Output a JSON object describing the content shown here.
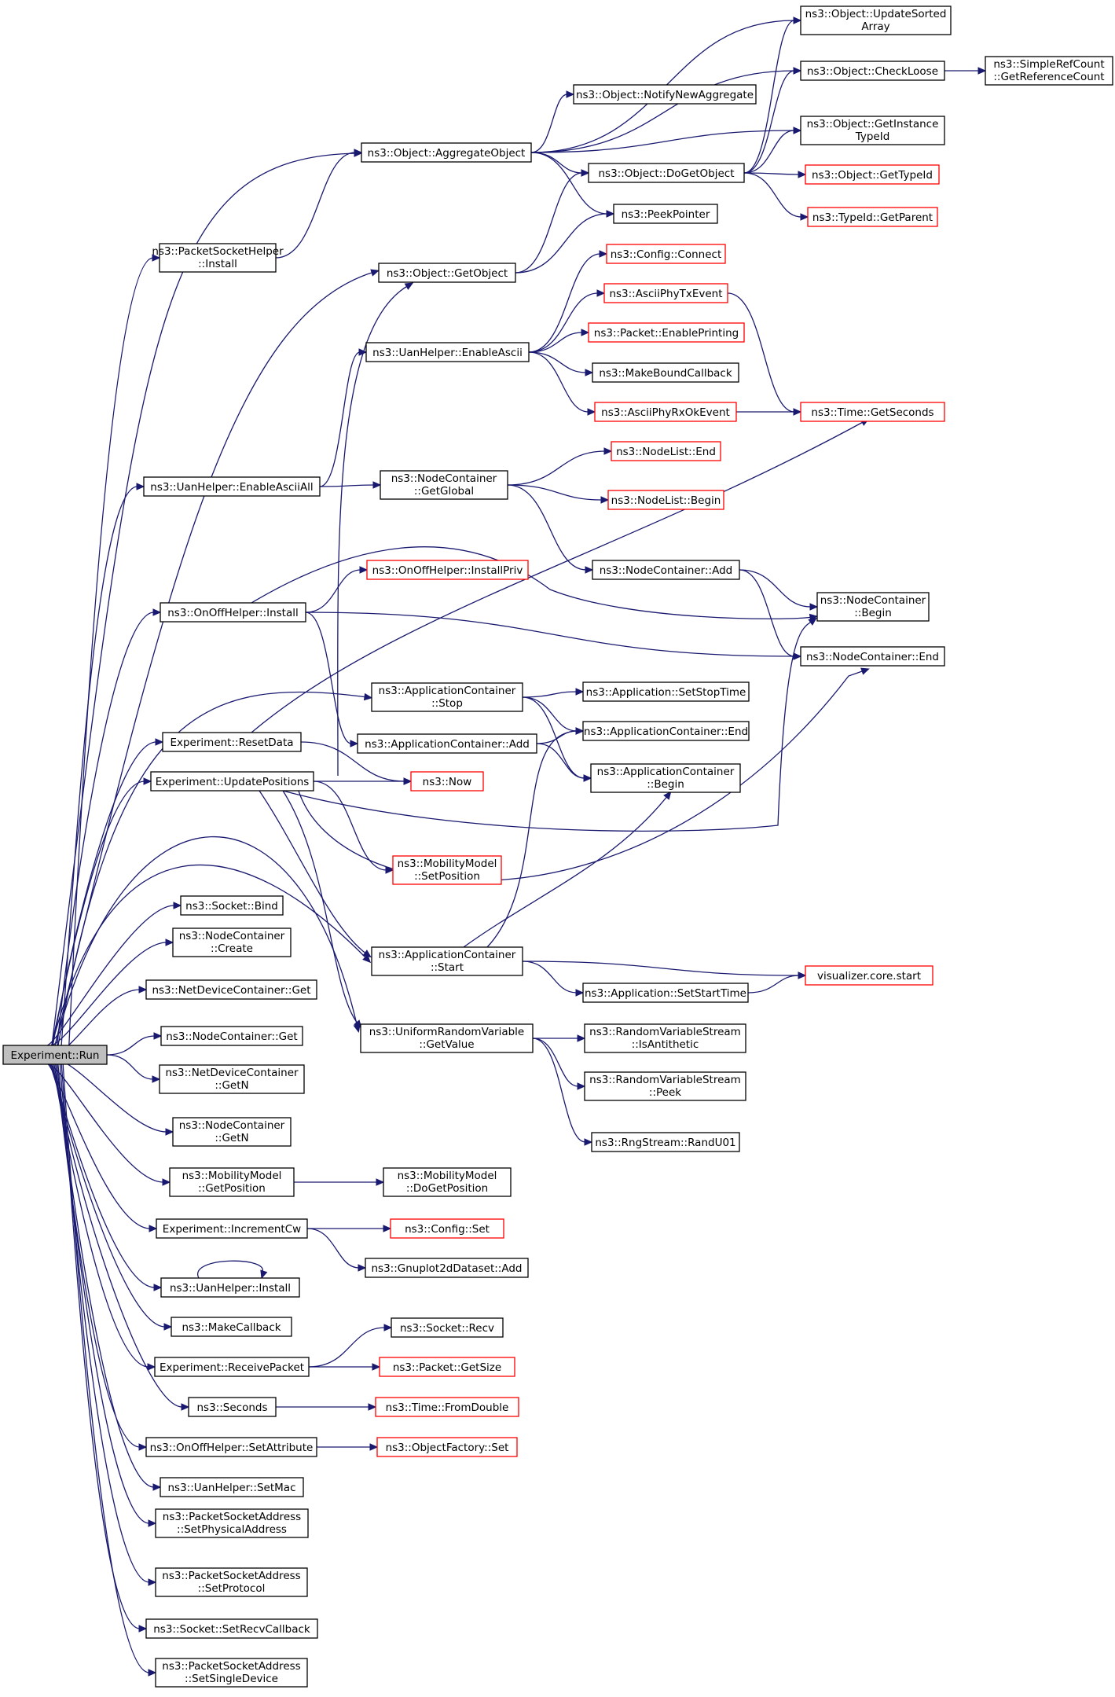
{
  "colors": {
    "edge": "#191970",
    "node_border": "#000000",
    "truncated_border": "#ff0000",
    "root_fill": "#bfbfbf"
  },
  "nodes": [
    {
      "id": "run",
      "lines": [
        "Experiment::Run"
      ],
      "root": true
    },
    {
      "id": "aggobj",
      "lines": [
        "ns3::Object::AggregateObject"
      ]
    },
    {
      "id": "updsorted",
      "lines": [
        "ns3::Object::UpdateSorted",
        "Array"
      ]
    },
    {
      "id": "checkloose",
      "lines": [
        "ns3::Object::CheckLoose"
      ]
    },
    {
      "id": "simpleref",
      "lines": [
        "ns3::SimpleRefCount",
        "::GetReferenceCount"
      ]
    },
    {
      "id": "notifyagg",
      "lines": [
        "ns3::Object::NotifyNewAggregate"
      ]
    },
    {
      "id": "getinst",
      "lines": [
        "ns3::Object::GetInstance",
        "TypeId"
      ]
    },
    {
      "id": "dogetobj",
      "lines": [
        "ns3::Object::DoGetObject"
      ]
    },
    {
      "id": "gettypeid",
      "lines": [
        "ns3::Object::GetTypeId"
      ],
      "red": true
    },
    {
      "id": "getparent",
      "lines": [
        "ns3::TypeId::GetParent"
      ],
      "red": true
    },
    {
      "id": "peekptr",
      "lines": [
        "ns3::PeekPointer"
      ]
    },
    {
      "id": "pshinstall",
      "lines": [
        "ns3::PacketSocketHelper",
        "::Install"
      ]
    },
    {
      "id": "getobj",
      "lines": [
        "ns3::Object::GetObject"
      ]
    },
    {
      "id": "cfgconnect",
      "lines": [
        "ns3::Config::Connect"
      ],
      "red": true
    },
    {
      "id": "asciitx",
      "lines": [
        "ns3::AsciiPhyTxEvent"
      ],
      "red": true
    },
    {
      "id": "uanascii",
      "lines": [
        "ns3::UanHelper::EnableAscii"
      ]
    },
    {
      "id": "pktprint",
      "lines": [
        "ns3::Packet::EnablePrinting"
      ],
      "red": true
    },
    {
      "id": "mkbound",
      "lines": [
        "ns3::MakeBoundCallback"
      ]
    },
    {
      "id": "asciirx",
      "lines": [
        "ns3::AsciiPhyRxOkEvent"
      ],
      "red": true
    },
    {
      "id": "getsec",
      "lines": [
        "ns3::Time::GetSeconds"
      ],
      "red": true
    },
    {
      "id": "nlend",
      "lines": [
        "ns3::NodeList::End"
      ],
      "red": true
    },
    {
      "id": "uanasciiall",
      "lines": [
        "ns3::UanHelper::EnableAsciiAll"
      ]
    },
    {
      "id": "ncglobal",
      "lines": [
        "ns3::NodeContainer",
        "::GetGlobal"
      ]
    },
    {
      "id": "nlbegin",
      "lines": [
        "ns3::NodeList::Begin"
      ],
      "red": true
    },
    {
      "id": "oninstpriv",
      "lines": [
        "ns3::OnOffHelper::InstallPriv"
      ],
      "red": true
    },
    {
      "id": "ncadd",
      "lines": [
        "ns3::NodeContainer::Add"
      ]
    },
    {
      "id": "onoffinst",
      "lines": [
        "ns3::OnOffHelper::Install"
      ]
    },
    {
      "id": "ncbegin",
      "lines": [
        "ns3::NodeContainer",
        "::Begin"
      ]
    },
    {
      "id": "ncend",
      "lines": [
        "ns3::NodeContainer::End"
      ]
    },
    {
      "id": "acstop",
      "lines": [
        "ns3::ApplicationContainer",
        "::Stop"
      ]
    },
    {
      "id": "appstop",
      "lines": [
        "ns3::Application::SetStopTime"
      ]
    },
    {
      "id": "resetdata",
      "lines": [
        "Experiment::ResetData"
      ]
    },
    {
      "id": "acadd",
      "lines": [
        "ns3::ApplicationContainer::Add"
      ]
    },
    {
      "id": "acend",
      "lines": [
        "ns3::ApplicationContainer::End"
      ]
    },
    {
      "id": "updpos",
      "lines": [
        "Experiment::UpdatePositions"
      ]
    },
    {
      "id": "now",
      "lines": [
        "ns3::Now"
      ],
      "red": true
    },
    {
      "id": "acbegin",
      "lines": [
        "ns3::ApplicationContainer",
        "::Begin"
      ]
    },
    {
      "id": "mmsetpos",
      "lines": [
        "ns3::MobilityModel",
        "::SetPosition"
      ],
      "red": true
    },
    {
      "id": "sockbind",
      "lines": [
        "ns3::Socket::Bind"
      ]
    },
    {
      "id": "nccreate",
      "lines": [
        "ns3::NodeContainer",
        "::Create"
      ]
    },
    {
      "id": "acstart",
      "lines": [
        "ns3::ApplicationContainer",
        "::Start"
      ]
    },
    {
      "id": "vizstart",
      "lines": [
        "visualizer.core.start"
      ],
      "red": true
    },
    {
      "id": "ndcget",
      "lines": [
        "ns3::NetDeviceContainer::Get"
      ]
    },
    {
      "id": "appstart",
      "lines": [
        "ns3::Application::SetStartTime"
      ]
    },
    {
      "id": "ncget",
      "lines": [
        "ns3::NodeContainer::Get"
      ]
    },
    {
      "id": "urvget",
      "lines": [
        "ns3::UniformRandomVariable",
        "::GetValue"
      ]
    },
    {
      "id": "rvsanti",
      "lines": [
        "ns3::RandomVariableStream",
        "::IsAntithetic"
      ]
    },
    {
      "id": "ndcgetn",
      "lines": [
        "ns3::NetDeviceContainer",
        "::GetN"
      ]
    },
    {
      "id": "rvspeek",
      "lines": [
        "ns3::RandomVariableStream",
        "::Peek"
      ]
    },
    {
      "id": "ncgetn",
      "lines": [
        "ns3::NodeContainer",
        "::GetN"
      ]
    },
    {
      "id": "randu01",
      "lines": [
        "ns3::RngStream::RandU01"
      ]
    },
    {
      "id": "mmgetpos",
      "lines": [
        "ns3::MobilityModel",
        "::GetPosition"
      ]
    },
    {
      "id": "mmdogetpos",
      "lines": [
        "ns3::MobilityModel",
        "::DoGetPosition"
      ]
    },
    {
      "id": "inccw",
      "lines": [
        "Experiment::IncrementCw"
      ]
    },
    {
      "id": "cfgset",
      "lines": [
        "ns3::Config::Set"
      ],
      "red": true
    },
    {
      "id": "gpadd",
      "lines": [
        "ns3::Gnuplot2dDataset::Add"
      ]
    },
    {
      "id": "uaninst",
      "lines": [
        "ns3::UanHelper::Install"
      ]
    },
    {
      "id": "mkcb",
      "lines": [
        "ns3::MakeCallback"
      ]
    },
    {
      "id": "sockrecv",
      "lines": [
        "ns3::Socket::Recv"
      ]
    },
    {
      "id": "recvpkt",
      "lines": [
        "Experiment::ReceivePacket"
      ]
    },
    {
      "id": "pktsize",
      "lines": [
        "ns3::Packet::GetSize"
      ],
      "red": true
    },
    {
      "id": "seconds",
      "lines": [
        "ns3::Seconds"
      ]
    },
    {
      "id": "fromdouble",
      "lines": [
        "ns3::Time::FromDouble"
      ],
      "red": true
    },
    {
      "id": "onoffsetattr",
      "lines": [
        "ns3::OnOffHelper::SetAttribute"
      ]
    },
    {
      "id": "ofset",
      "lines": [
        "ns3::ObjectFactory::Set"
      ],
      "red": true
    },
    {
      "id": "uansetmac",
      "lines": [
        "ns3::UanHelper::SetMac"
      ]
    },
    {
      "id": "psasetphys",
      "lines": [
        "ns3::PacketSocketAddress",
        "::SetPhysicalAddress"
      ]
    },
    {
      "id": "psasetproto",
      "lines": [
        "ns3::PacketSocketAddress",
        "::SetProtocol"
      ]
    },
    {
      "id": "socksetrecv",
      "lines": [
        "ns3::Socket::SetRecvCallback"
      ]
    },
    {
      "id": "psasetsingle",
      "lines": [
        "ns3::PacketSocketAddress",
        "::SetSingleDevice"
      ]
    }
  ],
  "edges": [
    [
      "run",
      "aggobj"
    ],
    [
      "run",
      "pshinstall"
    ],
    [
      "run",
      "getobj"
    ],
    [
      "run",
      "uanasciiall"
    ],
    [
      "run",
      "onoffinst"
    ],
    [
      "run",
      "acstop"
    ],
    [
      "run",
      "resetdata"
    ],
    [
      "run",
      "updpos"
    ],
    [
      "run",
      "acstart"
    ],
    [
      "run",
      "urvget"
    ],
    [
      "run",
      "sockbind"
    ],
    [
      "run",
      "nccreate"
    ],
    [
      "run",
      "ndcget"
    ],
    [
      "run",
      "ncget"
    ],
    [
      "run",
      "ndcgetn"
    ],
    [
      "run",
      "ncgetn"
    ],
    [
      "run",
      "mmgetpos"
    ],
    [
      "run",
      "inccw"
    ],
    [
      "run",
      "uaninst"
    ],
    [
      "run",
      "mkcb"
    ],
    [
      "run",
      "recvpkt"
    ],
    [
      "run",
      "seconds"
    ],
    [
      "run",
      "onoffsetattr"
    ],
    [
      "run",
      "uansetmac"
    ],
    [
      "run",
      "psasetphys"
    ],
    [
      "run",
      "psasetproto"
    ],
    [
      "run",
      "socksetrecv"
    ],
    [
      "run",
      "psasetsingle"
    ],
    [
      "aggobj",
      "updsorted"
    ],
    [
      "aggobj",
      "checkloose"
    ],
    [
      "aggobj",
      "notifyagg"
    ],
    [
      "aggobj",
      "getinst"
    ],
    [
      "aggobj",
      "dogetobj"
    ],
    [
      "aggobj",
      "peekptr"
    ],
    [
      "checkloose",
      "simpleref"
    ],
    [
      "dogetobj",
      "updsorted"
    ],
    [
      "dogetobj",
      "checkloose"
    ],
    [
      "dogetobj",
      "getinst"
    ],
    [
      "dogetobj",
      "gettypeid"
    ],
    [
      "dogetobj",
      "getparent"
    ],
    [
      "pshinstall",
      "aggobj"
    ],
    [
      "getobj",
      "dogetobj"
    ],
    [
      "getobj",
      "peekptr"
    ],
    [
      "uanasciiall",
      "uanascii"
    ],
    [
      "uanasciiall",
      "ncglobal"
    ],
    [
      "uanascii",
      "cfgconnect"
    ],
    [
      "uanascii",
      "asciitx"
    ],
    [
      "uanascii",
      "pktprint"
    ],
    [
      "uanascii",
      "mkbound"
    ],
    [
      "uanascii",
      "asciirx"
    ],
    [
      "asciitx",
      "getsec"
    ],
    [
      "asciirx",
      "getsec"
    ],
    [
      "ncglobal",
      "nlend"
    ],
    [
      "ncglobal",
      "nlbegin"
    ],
    [
      "ncglobal",
      "ncadd"
    ],
    [
      "ncadd",
      "ncbegin"
    ],
    [
      "ncadd",
      "ncend"
    ],
    [
      "onoffinst",
      "oninstpriv"
    ],
    [
      "onoffinst",
      "ncbegin"
    ],
    [
      "onoffinst",
      "ncend"
    ],
    [
      "onoffinst",
      "acadd"
    ],
    [
      "acstop",
      "appstop"
    ],
    [
      "acstop",
      "acend"
    ],
    [
      "acstop",
      "acbegin"
    ],
    [
      "acadd",
      "acend"
    ],
    [
      "acadd",
      "acbegin"
    ],
    [
      "resetdata",
      "getsec"
    ],
    [
      "resetdata",
      "now"
    ],
    [
      "updpos",
      "getobj"
    ],
    [
      "updpos",
      "now"
    ],
    [
      "updpos",
      "ncbegin"
    ],
    [
      "updpos",
      "mmsetpos"
    ],
    [
      "updpos",
      "ncend"
    ],
    [
      "updpos",
      "acstart"
    ],
    [
      "updpos",
      "urvget"
    ],
    [
      "acstart",
      "acend"
    ],
    [
      "acstart",
      "acbegin"
    ],
    [
      "acstart",
      "appstart"
    ],
    [
      "acstart",
      "vizstart"
    ],
    [
      "appstart",
      "vizstart"
    ],
    [
      "urvget",
      "rvsanti"
    ],
    [
      "urvget",
      "rvspeek"
    ],
    [
      "urvget",
      "randu01"
    ],
    [
      "mmgetpos",
      "mmdogetpos"
    ],
    [
      "inccw",
      "cfgset"
    ],
    [
      "inccw",
      "gpadd"
    ],
    [
      "uaninst",
      "uaninst"
    ],
    [
      "recvpkt",
      "sockrecv"
    ],
    [
      "recvpkt",
      "pktsize"
    ],
    [
      "seconds",
      "fromdouble"
    ],
    [
      "onoffsetattr",
      "ofset"
    ]
  ]
}
